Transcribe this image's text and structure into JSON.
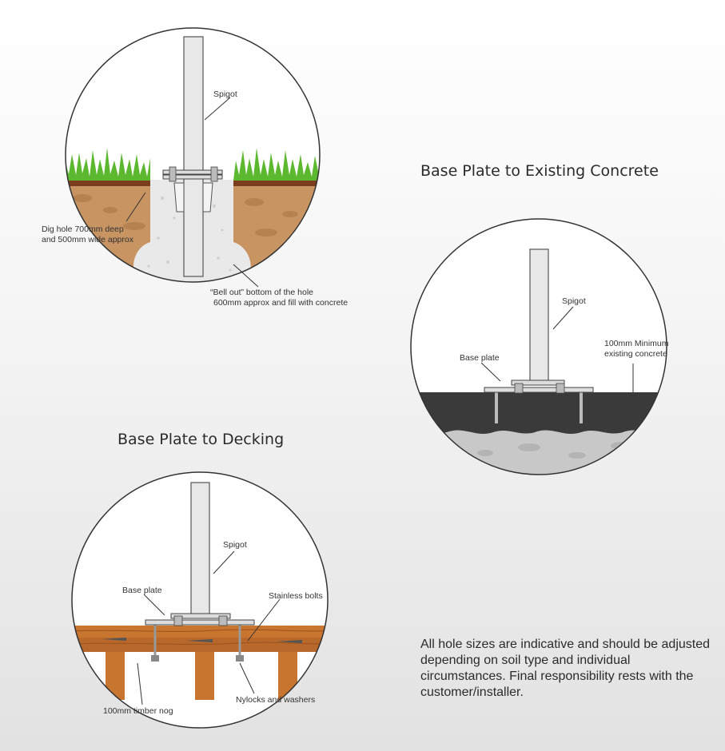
{
  "in_ground": {
    "labels": {
      "spigot": "Spigot",
      "dig_line1": "Dig hole 700mm deep",
      "dig_line2": "and 500mm wide approx",
      "bell_line1": "“Bell out” bottom of the hole",
      "bell_line2": "600mm approx and fill with concrete"
    }
  },
  "concrete": {
    "title": "Base Plate to Existing Concrete",
    "labels": {
      "spigot": "Spigot",
      "base_plate": "Base plate",
      "min_line1": "100mm Minimum",
      "min_line2": "existing concrete"
    }
  },
  "decking": {
    "title": "Base Plate to Decking",
    "labels": {
      "spigot": "Spigot",
      "base_plate": "Base plate",
      "bolts": "Stainless bolts",
      "nylocks": "Nylocks and washers",
      "nog": "100mm timber nog"
    }
  },
  "note": "All hole sizes are indicative and should be adjusted depending on soil type and individual circumstances. Final responsibility rests with the customer/installer.",
  "colors": {
    "grass": "#5cb82f",
    "soil": "#c79462",
    "topsoil": "#7a3e1e",
    "concrete_dark": "#3a3a3a",
    "concrete_light": "#c8c8c8",
    "timber": "#c7752f",
    "metal": "#e6e6e6"
  }
}
